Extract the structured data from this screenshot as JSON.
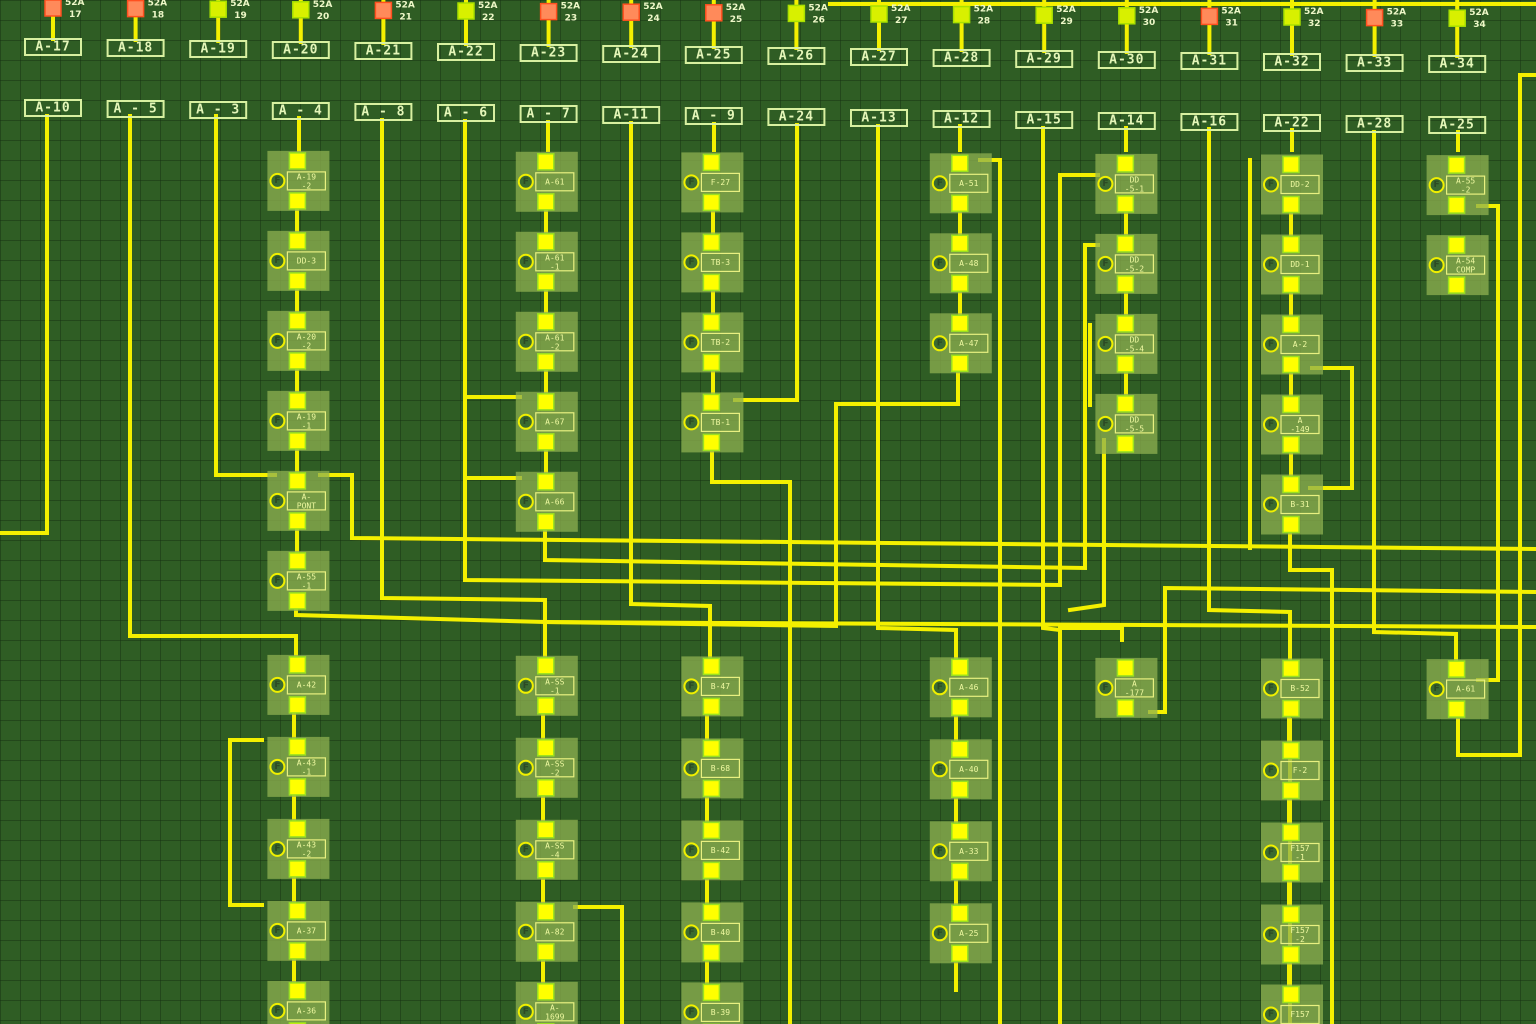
{
  "title": "Feeder distribution mimic board",
  "colors": {
    "background": "#2f5d24",
    "wire": "#f4f000",
    "breaker_open": "#ff8a5a",
    "breaker_closed": "#d8f000",
    "block": "#8fb050"
  },
  "breakers": [
    {
      "label": "52A",
      "num": "17",
      "state": "open"
    },
    {
      "label": "52A",
      "num": "18",
      "state": "open"
    },
    {
      "label": "52A",
      "num": "19",
      "state": "closed"
    },
    {
      "label": "52A",
      "num": "20",
      "state": "closed"
    },
    {
      "label": "52A",
      "num": "21",
      "state": "open"
    },
    {
      "label": "52A",
      "num": "22",
      "state": "closed"
    },
    {
      "label": "52A",
      "num": "23",
      "state": "open"
    },
    {
      "label": "52A",
      "num": "24",
      "state": "open"
    },
    {
      "label": "52A",
      "num": "25",
      "state": "open"
    },
    {
      "label": "52A",
      "num": "26",
      "state": "closed"
    },
    {
      "label": "52A",
      "num": "27",
      "state": "closed"
    },
    {
      "label": "52A",
      "num": "28",
      "state": "closed"
    },
    {
      "label": "52A",
      "num": "29",
      "state": "closed"
    },
    {
      "label": "52A",
      "num": "30",
      "state": "closed"
    },
    {
      "label": "52A",
      "num": "31",
      "state": "open"
    },
    {
      "label": "52A",
      "num": "32",
      "state": "closed"
    },
    {
      "label": "52A",
      "num": "33",
      "state": "open"
    },
    {
      "label": "52A",
      "num": "34",
      "state": "closed"
    }
  ],
  "upper_feeders": [
    "A-17",
    "A-18",
    "A-19",
    "A-20",
    "A-21",
    "A-22",
    "A-23",
    "A-24",
    "A-25",
    "A-26",
    "A-27",
    "A-28",
    "A-29",
    "A-30",
    "A-31",
    "A-32",
    "A-33",
    "A-34"
  ],
  "lower_feeders": [
    "A-10",
    "A - 5",
    "A - 3",
    "A - 4",
    "A - 8",
    "A - 6",
    "A - 7",
    "A-11",
    "A - 9",
    "A-24",
    "A-13",
    "A-12",
    "A-15",
    "A-14",
    "A-16",
    "A-22",
    "A-28",
    "A-25"
  ],
  "blocks": [
    {
      "col": 3,
      "row": 0,
      "tag": [
        "A-19",
        "-2"
      ],
      "icon": "F"
    },
    {
      "col": 3,
      "row": 1,
      "tag": [
        "DD-3"
      ],
      "icon": "F"
    },
    {
      "col": 3,
      "row": 2,
      "tag": [
        "A-20",
        "-2"
      ],
      "icon": "F"
    },
    {
      "col": 3,
      "row": 3,
      "tag": [
        "A-19",
        "-1"
      ],
      "icon": "F"
    },
    {
      "col": 3,
      "row": 4,
      "tag": [
        "A-",
        "PONT"
      ],
      "icon": "F"
    },
    {
      "col": 3,
      "row": 5,
      "tag": [
        "A-55",
        "-1"
      ],
      "icon": "F"
    },
    {
      "col": 6,
      "row": 0,
      "tag": [
        "A-61"
      ],
      "icon": "F"
    },
    {
      "col": 6,
      "row": 1,
      "tag": [
        "A-61",
        "-1"
      ],
      "icon": "F"
    },
    {
      "col": 6,
      "row": 2,
      "tag": [
        "A-61",
        "-2"
      ],
      "icon": "F"
    },
    {
      "col": 6,
      "row": 3,
      "tag": [
        "A-67"
      ],
      "icon": "F"
    },
    {
      "col": 6,
      "row": 4,
      "tag": [
        "A-66"
      ],
      "icon": "F"
    },
    {
      "col": 8,
      "row": 0,
      "tag": [
        "F-27"
      ],
      "icon": "F"
    },
    {
      "col": 8,
      "row": 1,
      "tag": [
        "TB-3"
      ],
      "icon": "F"
    },
    {
      "col": 8,
      "row": 2,
      "tag": [
        "TB-2"
      ],
      "icon": "F"
    },
    {
      "col": 8,
      "row": 3,
      "tag": [
        "TB-1"
      ],
      "icon": "F"
    },
    {
      "col": 11,
      "row": 0,
      "tag": [
        "A-51"
      ],
      "icon": "F"
    },
    {
      "col": 11,
      "row": 1,
      "tag": [
        "A-48"
      ],
      "icon": "F"
    },
    {
      "col": 11,
      "row": 2,
      "tag": [
        "A-47"
      ],
      "icon": "F"
    },
    {
      "col": 13,
      "row": 0,
      "tag": [
        "DD",
        "-5-1"
      ],
      "icon": "F"
    },
    {
      "col": 13,
      "row": 1,
      "tag": [
        "DD",
        "-5-2"
      ],
      "icon": "F"
    },
    {
      "col": 13,
      "row": 2,
      "tag": [
        "DD",
        "-5-4"
      ],
      "icon": "F"
    },
    {
      "col": 13,
      "row": 3,
      "tag": [
        "DD",
        "-5-5"
      ],
      "icon": "F"
    },
    {
      "col": 15,
      "row": 0,
      "tag": [
        "DD-2"
      ],
      "icon": "F"
    },
    {
      "col": 15,
      "row": 1,
      "tag": [
        "DD-1"
      ],
      "icon": "F"
    },
    {
      "col": 15,
      "row": 2,
      "tag": [
        "A-2"
      ],
      "icon": "F"
    },
    {
      "col": 15,
      "row": 3,
      "tag": [
        "A",
        "-149"
      ],
      "icon": "F"
    },
    {
      "col": 15,
      "row": 4,
      "tag": [
        "B-31"
      ],
      "icon": "F"
    },
    {
      "col": 17,
      "row": 0,
      "tag": [
        "A-55",
        "-2"
      ],
      "icon": "F"
    },
    {
      "col": 17,
      "row": 1,
      "tag": [
        "A-54",
        "COMP"
      ],
      "icon": "F"
    },
    {
      "col": 3,
      "row": 6,
      "tag": [
        "A-42"
      ],
      "icon": "F"
    },
    {
      "col": 3,
      "row": 7,
      "tag": [
        "A-43",
        "-1"
      ],
      "icon": "F"
    },
    {
      "col": 3,
      "row": 8,
      "tag": [
        "A-43",
        "-2"
      ],
      "icon": "F"
    },
    {
      "col": 3,
      "row": 9,
      "tag": [
        "A-37"
      ],
      "icon": "F"
    },
    {
      "col": 3,
      "row": 10,
      "tag": [
        "A-36"
      ],
      "icon": "F"
    },
    {
      "col": 6,
      "row": 6,
      "tag": [
        "A-SS",
        "-1"
      ],
      "icon": "F"
    },
    {
      "col": 6,
      "row": 7,
      "tag": [
        "A-SS",
        "-2"
      ],
      "icon": "F"
    },
    {
      "col": 6,
      "row": 8,
      "tag": [
        "A-SS",
        "-4"
      ],
      "icon": "F"
    },
    {
      "col": 6,
      "row": 9,
      "tag": [
        "A-82"
      ],
      "icon": "F"
    },
    {
      "col": 6,
      "row": 10,
      "tag": [
        "A-",
        "1699"
      ],
      "icon": "F"
    },
    {
      "col": 8,
      "row": 6,
      "tag": [
        "B-47"
      ],
      "icon": "F"
    },
    {
      "col": 8,
      "row": 7,
      "tag": [
        "B-68"
      ],
      "icon": "F"
    },
    {
      "col": 8,
      "row": 8,
      "tag": [
        "B-42"
      ],
      "icon": "F"
    },
    {
      "col": 8,
      "row": 9,
      "tag": [
        "B-40"
      ],
      "icon": "F"
    },
    {
      "col": 8,
      "row": 10,
      "tag": [
        "B-39"
      ],
      "icon": "F"
    },
    {
      "col": 11,
      "row": 6,
      "tag": [
        "A-46"
      ],
      "icon": "F"
    },
    {
      "col": 11,
      "row": 7,
      "tag": [
        "A-40"
      ],
      "icon": "F"
    },
    {
      "col": 11,
      "row": 8,
      "tag": [
        "A-33"
      ],
      "icon": "F"
    },
    {
      "col": 11,
      "row": 9,
      "tag": [
        "A-25"
      ],
      "icon": "F"
    },
    {
      "col": 13,
      "row": 6,
      "tag": [
        "A",
        "-177"
      ],
      "icon": "F"
    },
    {
      "col": 15,
      "row": 6,
      "tag": [
        "B-52"
      ],
      "icon": "F"
    },
    {
      "col": 15,
      "row": 7,
      "tag": [
        "F-2"
      ],
      "icon": "F"
    },
    {
      "col": 15,
      "row": 8,
      "tag": [
        "F157",
        "-1"
      ],
      "icon": "F"
    },
    {
      "col": 15,
      "row": 9,
      "tag": [
        "F157",
        "-2"
      ],
      "icon": "F"
    },
    {
      "col": 15,
      "row": 10,
      "tag": [
        "F157"
      ],
      "icon": "F"
    },
    {
      "col": 17,
      "row": 6,
      "tag": [
        "A-61"
      ],
      "icon": "F"
    }
  ]
}
